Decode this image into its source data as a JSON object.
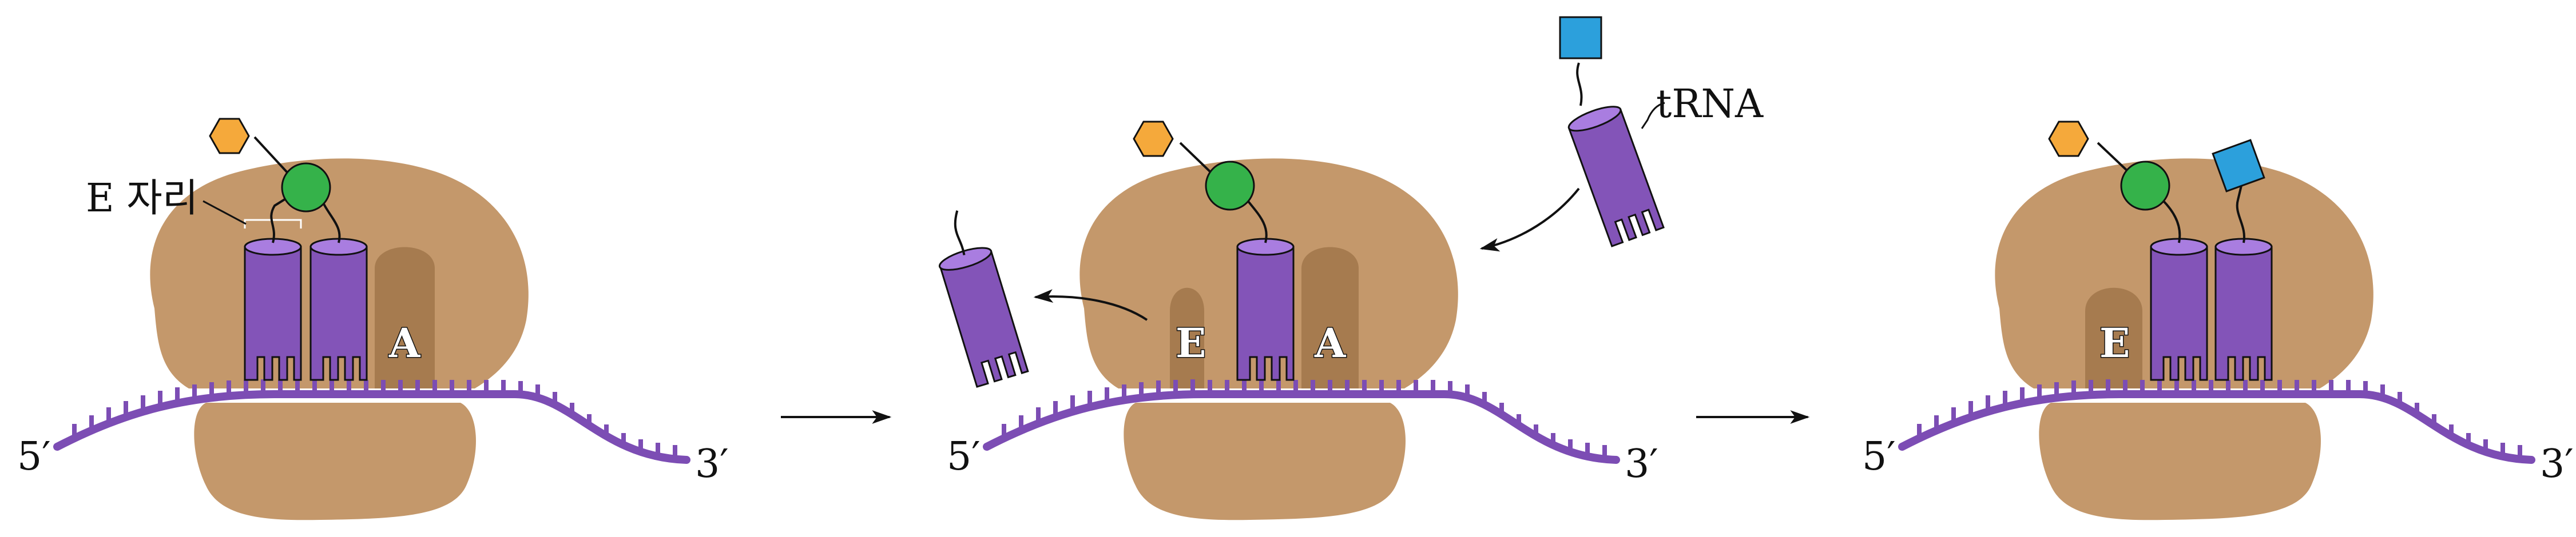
{
  "colors": {
    "ribosome": "#c4986b",
    "site_pocket": "#a67b4f",
    "trna_body": "#8354b8",
    "trna_top": "#a97de0",
    "mrna": "#7c4db4",
    "amino_orange": "#f5a93b",
    "amino_green": "#35b24a",
    "amino_blue": "#2ca0dc",
    "outline": "#111111"
  },
  "labels": {
    "e_site": "E 자리",
    "trna": "tRNA",
    "site_e": "E",
    "site_a": "A",
    "five_prime": "5′",
    "three_prime": "3′"
  },
  "icons": [
    "hexagon-amino-acid",
    "circle-amino-acid",
    "square-amino-acid",
    "arrow-right",
    "curved-arrow"
  ]
}
